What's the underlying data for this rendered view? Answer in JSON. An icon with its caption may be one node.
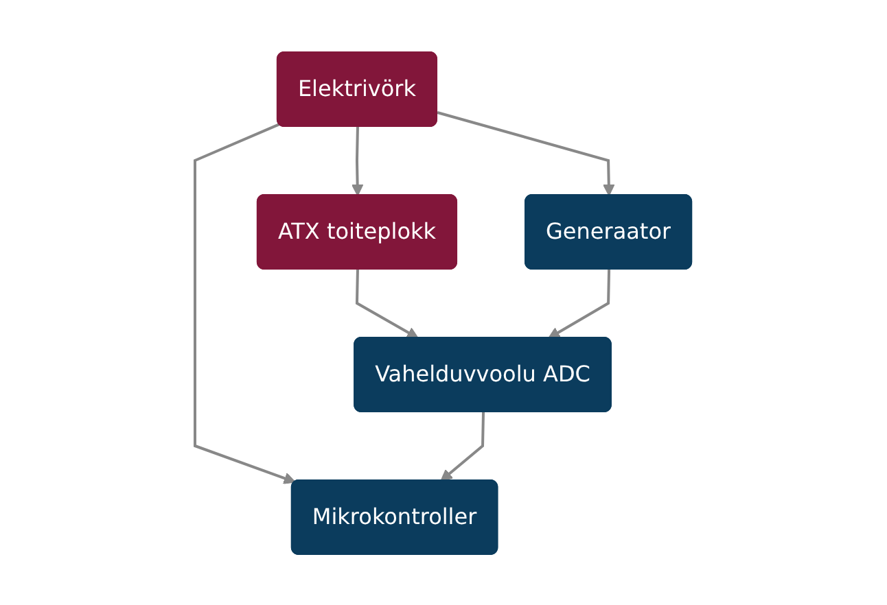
{
  "diagram": {
    "nodes": [
      {
        "text": [
          "Elektrivörk"
        ]
      },
      {
        "text": [
          "ATX toiteplokk"
        ]
      },
      {
        "text": [
          "Generaator"
        ]
      },
      {
        "text": [
          "Vahelduvvoolu ADC"
        ]
      },
      {
        "text": [
          "Mikrokontroller"
        ]
      }
    ],
    "edges": [
      {
        "from": 0,
        "to": 2,
        "arrow": "to"
      },
      {
        "from": 0,
        "to": 1,
        "arrow": "to"
      },
      {
        "from": 0,
        "to": 4,
        "arrow": "to"
      },
      {
        "from": 1,
        "to": 3,
        "arrow": "to"
      },
      {
        "from": 2,
        "to": 3,
        "arrow": "to"
      },
      {
        "from": 3,
        "to": 4,
        "arrow": "to"
      }
    ]
  }
}
